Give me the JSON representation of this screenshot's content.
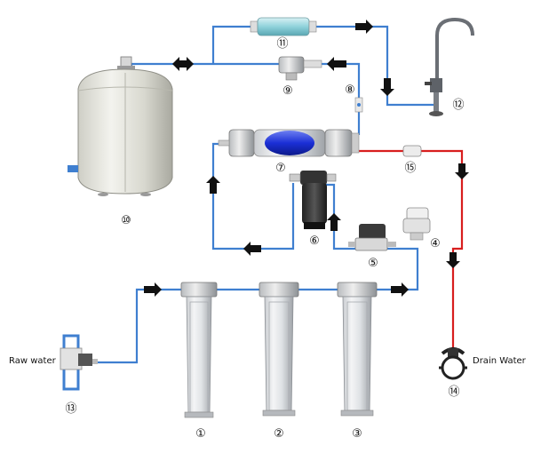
{
  "labels": {
    "raw_water": "Raw water",
    "drain_water": "Drain Water"
  },
  "component_numbers": {
    "n1": "①",
    "n2": "②",
    "n3": "③",
    "n4": "④",
    "n5": "⑤",
    "n6": "⑥",
    "n7": "⑦",
    "n8": "⑧",
    "n9": "⑨",
    "n10": "⑩",
    "n11": "⑪",
    "n12": "⑫",
    "n13": "⑬",
    "n14": "⑭",
    "n15": "⑮"
  },
  "colors": {
    "clean_pipe": "#3f7fd0",
    "drain_pipe": "#d81e1e",
    "arrow": "#111111",
    "membrane": "#1b2fd6"
  }
}
